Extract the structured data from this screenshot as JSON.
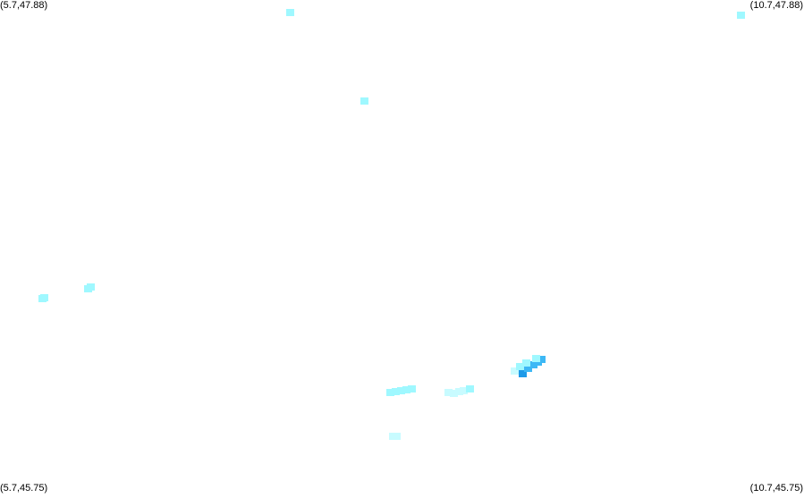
{
  "labels": {
    "top_left": "(5.7,47.88)",
    "top_right": "(10.7,47.88)",
    "bottom_left": "(5.7,45.75)",
    "bottom_right": "(10.7,45.75)"
  },
  "colors": {
    "background": "#ffffff",
    "light": "#9ff8ff",
    "pale": "#c8fbff",
    "mid": "#3db8f5",
    "strong": "#1e9ae8"
  },
  "extent": {
    "lon_min": 5.7,
    "lon_max": 10.7,
    "lat_min": 45.75,
    "lat_max": 47.88
  },
  "cells": [
    {
      "lon": 7.505,
      "lat": 47.825,
      "level": "light"
    },
    {
      "lon": 10.31,
      "lat": 47.815,
      "level": "light"
    },
    {
      "lon": 7.965,
      "lat": 47.445,
      "level": "light"
    },
    {
      "lon": 5.965,
      "lat": 46.59,
      "level": "light"
    },
    {
      "lon": 5.975,
      "lat": 46.595,
      "level": "light"
    },
    {
      "lon": 6.25,
      "lat": 46.635,
      "level": "light"
    },
    {
      "lon": 6.265,
      "lat": 46.64,
      "level": "light"
    },
    {
      "lon": 8.49,
      "lat": 46.185,
      "level": "pale"
    },
    {
      "lon": 8.52,
      "lat": 46.183,
      "level": "pale"
    },
    {
      "lon": 8.555,
      "lat": 46.19,
      "level": "pale"
    },
    {
      "lon": 8.585,
      "lat": 46.195,
      "level": "pale"
    },
    {
      "lon": 8.62,
      "lat": 46.2,
      "level": "light"
    },
    {
      "lon": 8.145,
      "lat": 45.998,
      "level": "pale"
    },
    {
      "lon": 8.165,
      "lat": 45.997,
      "level": "pale"
    },
    {
      "lon": 8.125,
      "lat": 46.187,
      "level": "light"
    },
    {
      "lon": 8.16,
      "lat": 46.191,
      "level": "light"
    },
    {
      "lon": 8.195,
      "lat": 46.195,
      "level": "light"
    },
    {
      "lon": 8.23,
      "lat": 46.199,
      "level": "light"
    },
    {
      "lon": 8.26,
      "lat": 46.203,
      "level": "light"
    },
    {
      "lon": 8.9,
      "lat": 46.28,
      "level": "pale"
    },
    {
      "lon": 8.935,
      "lat": 46.297,
      "level": "light"
    },
    {
      "lon": 8.95,
      "lat": 46.268,
      "level": "strong"
    },
    {
      "lon": 8.985,
      "lat": 46.29,
      "level": "mid"
    },
    {
      "lon": 9.015,
      "lat": 46.305,
      "level": "mid"
    },
    {
      "lon": 9.045,
      "lat": 46.318,
      "level": "mid"
    },
    {
      "lon": 9.065,
      "lat": 46.328,
      "level": "mid"
    },
    {
      "lon": 8.975,
      "lat": 46.313,
      "level": "light"
    },
    {
      "lon": 9.035,
      "lat": 46.333,
      "level": "light"
    }
  ]
}
